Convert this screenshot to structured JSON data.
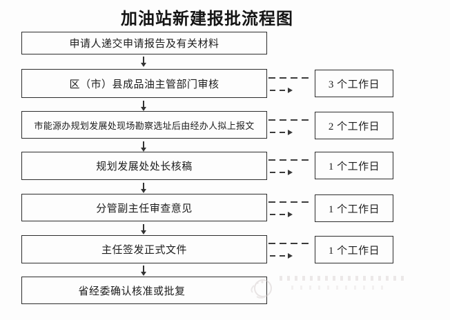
{
  "title": "加油站新建报批流程图",
  "flow": {
    "steps": [
      {
        "label": "申请人递交申请报告及有关材料",
        "duration": null
      },
      {
        "label": "区（市）县成品油主管部门审核",
        "duration": "3 个工作日"
      },
      {
        "label": "市能源办规划发展处现场勘察选址后由经办人拟上报文",
        "duration": "2 个工作日"
      },
      {
        "label": "规划发展处处长核稿",
        "duration": "1 个工作日"
      },
      {
        "label": "分管副主任审查意见",
        "duration": "1 个工作日"
      },
      {
        "label": "主任签发正式文件",
        "duration": "1 个工作日"
      },
      {
        "label": "省经委确认核准或批复",
        "duration": null
      }
    ]
  },
  "colors": {
    "border": "#2b2b2b",
    "text": "#1c1c1c",
    "background": "#fdfdfd"
  }
}
